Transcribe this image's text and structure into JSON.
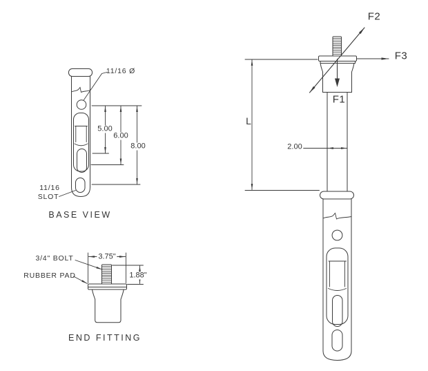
{
  "colors": {
    "ink": "#3a3a3a",
    "background": "#ffffff"
  },
  "base_view": {
    "title": "BASE VIEW",
    "hole_diameter_label": "11/16 Ø",
    "slot_label_line1": "11/16",
    "slot_label_line2": "SLOT",
    "dim_5": "5.00",
    "dim_6": "6.00",
    "dim_8": "8.00"
  },
  "end_fitting": {
    "title": "END FITTING",
    "bolt_label": "3/4\" BOLT",
    "pad_label": "RUBBER PAD",
    "width_dim": "3.75\"",
    "height_dim": "1.88\""
  },
  "assembly": {
    "force_f1": "F1",
    "force_f2": "F2",
    "force_f3": "F3",
    "length_dim": "L",
    "tube_width_dim": "2.00"
  }
}
